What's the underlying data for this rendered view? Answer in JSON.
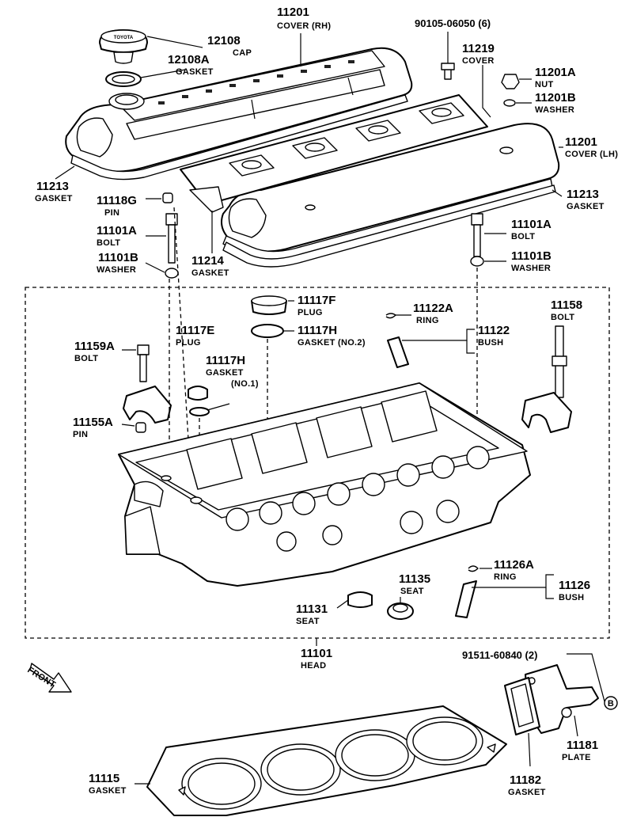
{
  "labels": {
    "cover_rh": {
      "number": "11201",
      "name": "COVER (RH)"
    },
    "bolt_90105": {
      "number": "90105-06050 (6)"
    },
    "cap": {
      "number": "12108",
      "name": "CAP"
    },
    "cap_gasket": {
      "number": "12108A",
      "name": "GASKET"
    },
    "cover_11219": {
      "number": "11219",
      "name": "COVER"
    },
    "nut": {
      "number": "11201A",
      "name": "NUT"
    },
    "washer_11201b": {
      "number": "11201B",
      "name": "WASHER"
    },
    "cover_lh": {
      "number": "11201",
      "name": "COVER (LH)"
    },
    "gasket_left": {
      "number": "11213",
      "name": "GASKET"
    },
    "gasket_right": {
      "number": "11213",
      "name": "GASKET"
    },
    "pin_11118g": {
      "number": "11118G",
      "name": "PIN"
    },
    "bolt_left": {
      "number": "11101A",
      "name": "BOLT"
    },
    "washer_left": {
      "number": "11101B",
      "name": "WASHER"
    },
    "gasket_11214": {
      "number": "11214",
      "name": "GASKET"
    },
    "bolt_right": {
      "number": "11101A",
      "name": "BOLT"
    },
    "washer_right": {
      "number": "11101B",
      "name": "WASHER"
    },
    "plug_11117f": {
      "number": "11117F",
      "name": "PLUG"
    },
    "gasket_no2": {
      "number": "11117H",
      "name": "GASKET (NO.2)"
    },
    "ring_11122a": {
      "number": "11122A",
      "name": "RING"
    },
    "bush_11122": {
      "number": "11122",
      "name": "BUSH"
    },
    "bolt_11158": {
      "number": "11158",
      "name": "BOLT"
    },
    "plug_11117e": {
      "number": "11117E",
      "name": "PLUG"
    },
    "bolt_11159a": {
      "number": "11159A",
      "name": "BOLT"
    },
    "gasket_no1": {
      "number": "11117H",
      "name": "GASKET",
      "name2": "(NO.1)"
    },
    "pin_11155a": {
      "number": "11155A",
      "name": "PIN"
    },
    "ring_11126a": {
      "number": "11126A",
      "name": "RING"
    },
    "bush_11126": {
      "number": "11126",
      "name": "BUSH"
    },
    "seat_11135": {
      "number": "11135",
      "name": "SEAT"
    },
    "seat_11131": {
      "number": "11131",
      "name": "SEAT"
    },
    "head": {
      "number": "11101",
      "name": "HEAD"
    },
    "front": {
      "name": "FRONT"
    },
    "bolt_91511": {
      "number": "91511-60840 (2)"
    },
    "ref_b": {
      "name": "B"
    },
    "gasket_11115": {
      "number": "11115",
      "name": "GASKET"
    },
    "plate_11181": {
      "number": "11181",
      "name": "PLATE"
    },
    "gasket_11182": {
      "number": "11182",
      "name": "GASKET"
    }
  },
  "logo_text": "TOYOTA"
}
